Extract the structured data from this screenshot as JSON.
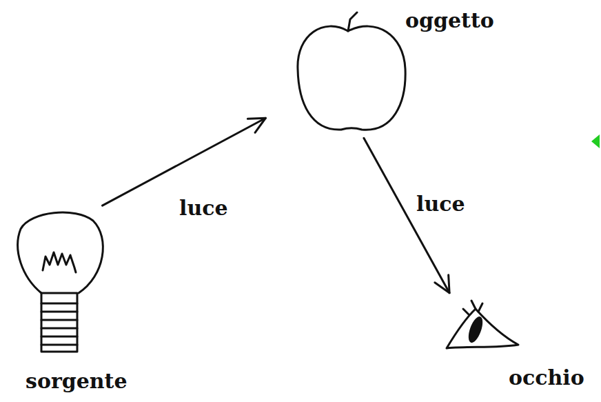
{
  "diagram": {
    "nodes": [
      {
        "text": [
          "sorgente"
        ]
      },
      {
        "text": [
          "oggetto"
        ]
      },
      {
        "text": [
          "occhio"
        ]
      }
    ],
    "edges": [
      {
        "from": 0,
        "to": 1,
        "arrow": "to",
        "label": "luce"
      },
      {
        "from": 1,
        "to": 2,
        "arrow": "to",
        "label": "luce"
      }
    ]
  }
}
